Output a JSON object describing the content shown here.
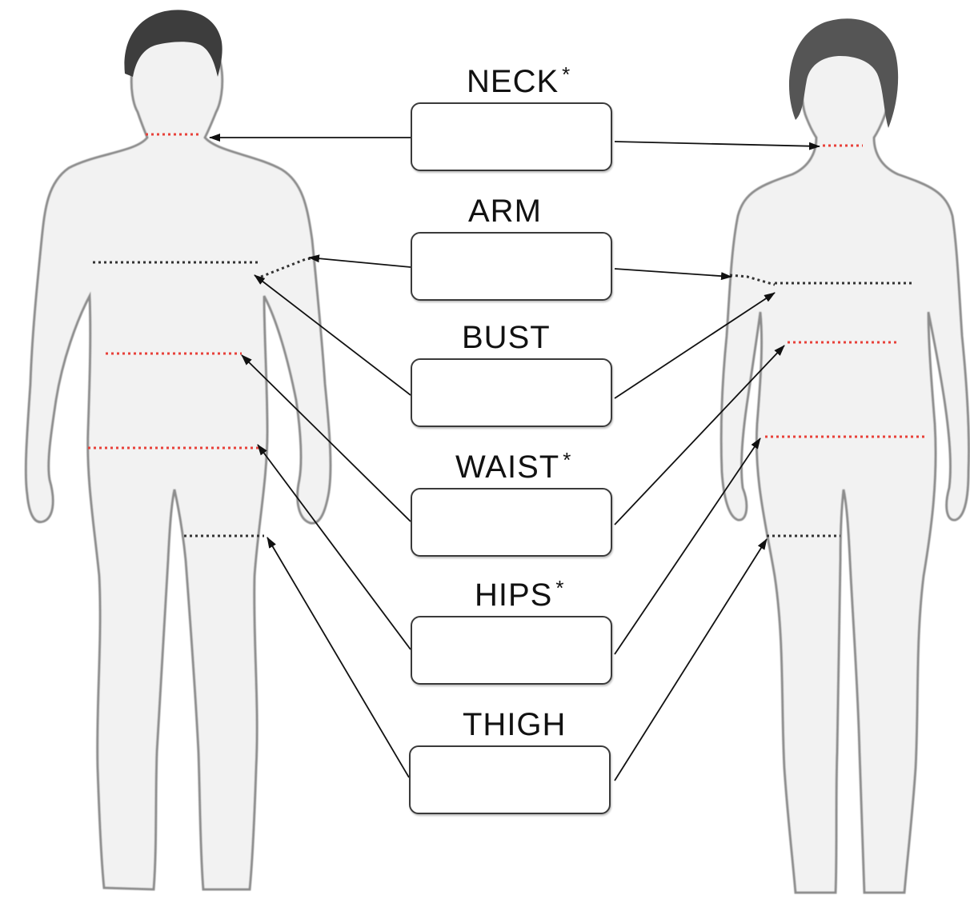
{
  "measurements": [
    {
      "id": "neck",
      "label": "NECK",
      "required": true,
      "required_mark": "*",
      "value": ""
    },
    {
      "id": "arm",
      "label": "ARM",
      "required": false,
      "required_mark": "",
      "value": ""
    },
    {
      "id": "bust",
      "label": "BUST",
      "required": false,
      "required_mark": "",
      "value": ""
    },
    {
      "id": "waist",
      "label": "WAIST",
      "required": true,
      "required_mark": "*",
      "value": ""
    },
    {
      "id": "hips",
      "label": "HIPS",
      "required": true,
      "required_mark": "*",
      "value": ""
    },
    {
      "id": "thigh",
      "label": "THIGH",
      "required": false,
      "required_mark": "",
      "value": ""
    }
  ],
  "colors": {
    "marker_red": "#e8413a",
    "marker_dark": "#333333",
    "figure_fill": "#f1f1f1",
    "figure_outline": "#8f8f8f",
    "hair": "#3b3b3b"
  }
}
